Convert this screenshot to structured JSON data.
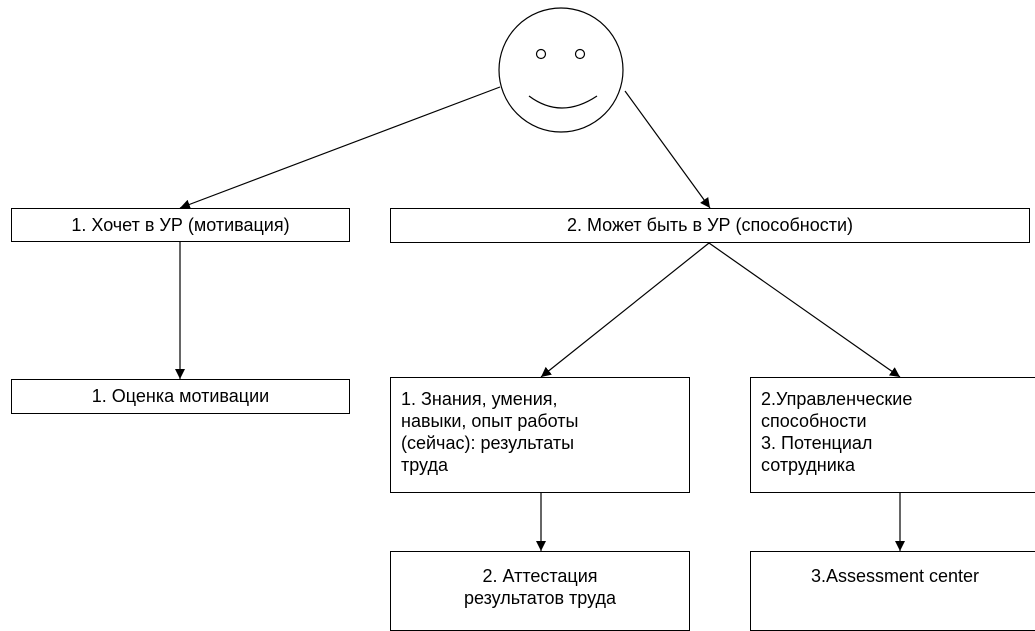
{
  "nodes": {
    "want": {
      "text": "1. Хочет в УР (мотивация)"
    },
    "can": {
      "text": "2. Может быть в УР (способности)"
    },
    "motivation_assessment": {
      "text": "1. Оценка мотивации"
    },
    "knowledge": {
      "lines": [
        "1. Знания, умения,",
        "навыки, опыт работы",
        "(сейчас): результаты",
        "труда"
      ]
    },
    "management": {
      "lines": [
        "2.Управленческие",
        "способности",
        "3. Потенциал",
        "сотрудника"
      ]
    },
    "attestation": {
      "lines": [
        "2. Аттестация",
        "результатов труда"
      ]
    },
    "assessment_center": {
      "text": "3.Assessment center"
    }
  }
}
